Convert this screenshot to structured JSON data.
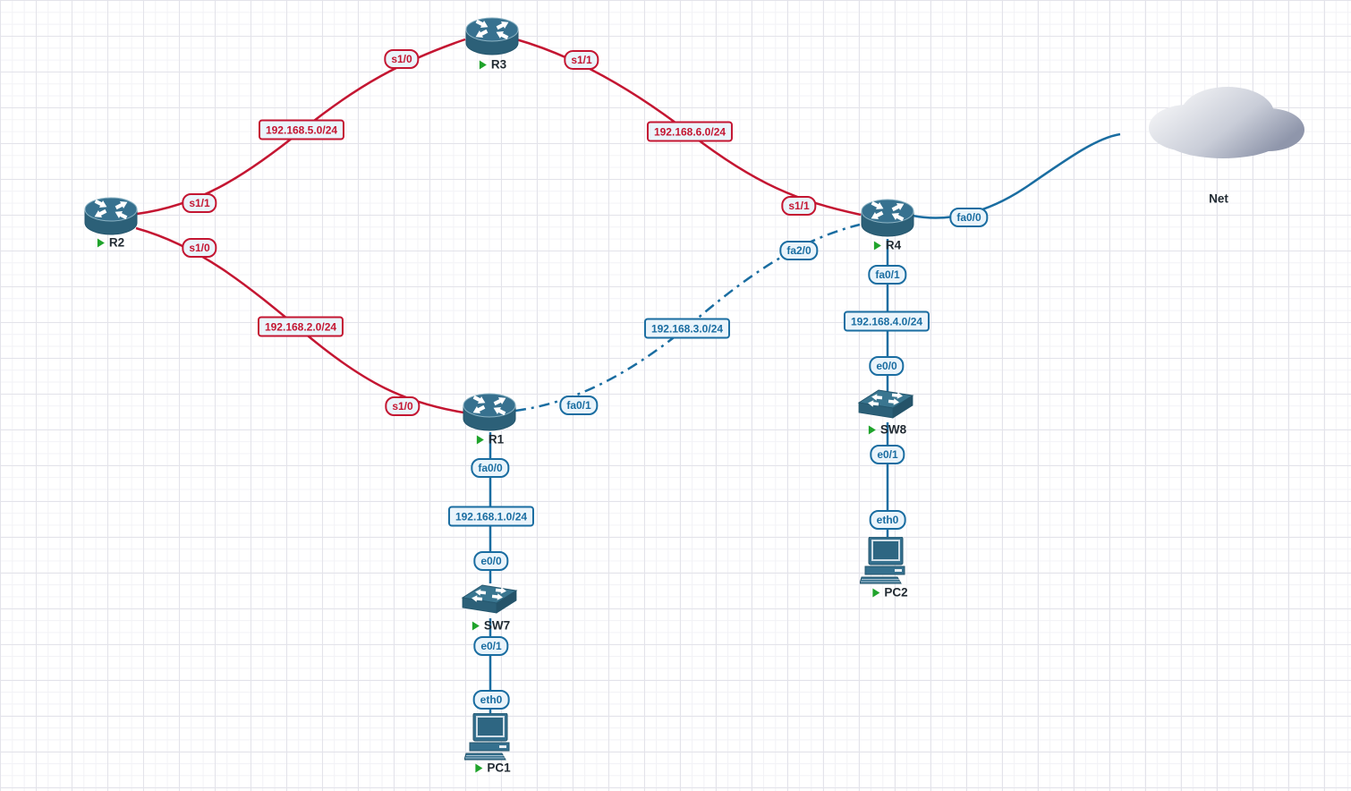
{
  "colors": {
    "serial-link": "#c41632",
    "ethernet-link": "#1a6da1",
    "device-fill": "#35708e",
    "running": "#1fa32b",
    "label-bg": "#eaf4fb",
    "label-text": "#222b33"
  },
  "devices": [
    {
      "id": "R3",
      "type": "router",
      "label": "R3",
      "running": true
    },
    {
      "id": "R2",
      "type": "router",
      "label": "R2",
      "running": true
    },
    {
      "id": "R1",
      "type": "router",
      "label": "R1",
      "running": true
    },
    {
      "id": "R4",
      "type": "router",
      "label": "R4",
      "running": true
    },
    {
      "id": "SW7",
      "type": "switch",
      "label": "SW7",
      "running": true
    },
    {
      "id": "SW8",
      "type": "switch",
      "label": "SW8",
      "running": true
    },
    {
      "id": "PC1",
      "type": "pc",
      "label": "PC1",
      "running": true
    },
    {
      "id": "PC2",
      "type": "pc",
      "label": "PC2",
      "running": true
    },
    {
      "id": "Net",
      "type": "cloud",
      "label": "Net"
    }
  ],
  "links": [
    {
      "from": "R2",
      "from_port": "s1/1",
      "to": "R3",
      "to_port": "s1/0",
      "network": "192.168.5.0/24",
      "kind": "serial"
    },
    {
      "from": "R3",
      "from_port": "s1/1",
      "to": "R4",
      "to_port": "s1/1",
      "network": "192.168.6.0/24",
      "kind": "serial"
    },
    {
      "from": "R2",
      "from_port": "s1/0",
      "to": "R1",
      "to_port": "s1/0",
      "network": "192.168.2.0/24",
      "kind": "serial"
    },
    {
      "from": "R1",
      "from_port": "fa0/1",
      "to": "R4",
      "to_port": "fa2/0",
      "network": "192.168.3.0/24",
      "kind": "ethernet-dashdot"
    },
    {
      "from": "R4",
      "from_port": "fa0/0",
      "to": "Net",
      "kind": "ethernet"
    },
    {
      "from": "R4",
      "from_port": "fa0/1",
      "to": "SW8",
      "to_port": "e0/0",
      "network": "192.168.4.0/24",
      "kind": "ethernet"
    },
    {
      "from": "SW8",
      "from_port": "e0/1",
      "to": "PC2",
      "to_port": "eth0",
      "kind": "ethernet"
    },
    {
      "from": "R1",
      "from_port": "fa0/0",
      "to": "SW7",
      "to_port": "e0/0",
      "network": "192.168.1.0/24",
      "kind": "ethernet"
    },
    {
      "from": "SW7",
      "from_port": "e0/1",
      "to": "PC1",
      "to_port": "eth0",
      "kind": "ethernet"
    }
  ]
}
